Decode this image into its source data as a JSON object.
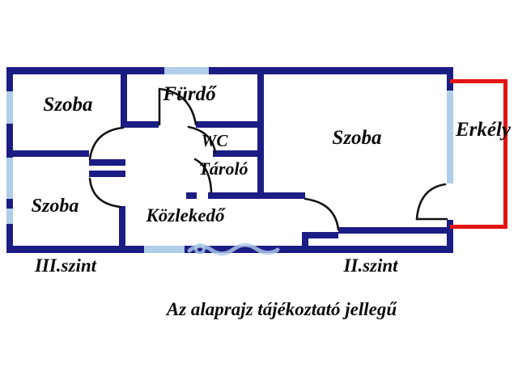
{
  "caption": "Az alaprajz tájékoztató jellegű",
  "floor_plan": {
    "room_labels": {
      "szoba_top_left": "Szoba",
      "furdo": "Fürdő",
      "wc": "WC",
      "tarolo": "Tároló",
      "szoba_bottom_left": "Szoba",
      "kozlekedo": "Közlekedő",
      "szoba_right": "Szoba",
      "erkely": "Erkély"
    },
    "level_labels": {
      "third_floor": "III.szint",
      "second_floor": "II.szint"
    }
  },
  "colors": {
    "wall": "#1c1c85",
    "window": "#b0cde9",
    "balcony": "#e31313",
    "door": "#141414",
    "label_text": "#0a0a0a",
    "background": "#ffffff"
  }
}
